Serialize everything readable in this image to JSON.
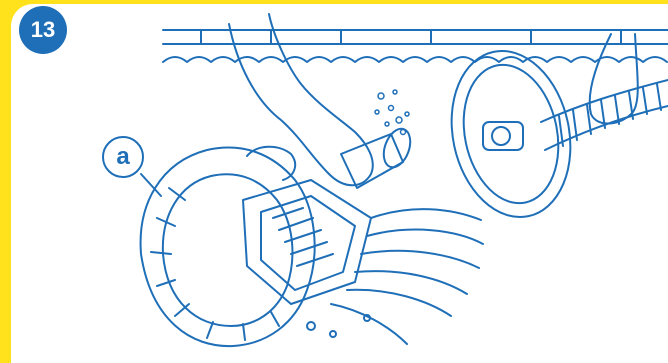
{
  "step": {
    "number": "13"
  },
  "callouts": [
    {
      "label": "a"
    }
  ],
  "colors": {
    "background": "#ffe21c",
    "accent": "#1f6fb8",
    "panel": "#ffffff"
  },
  "icons": [
    "pool-wall",
    "water-surface",
    "hand",
    "pool-cleaner-robot",
    "hose",
    "disc-skimmer-plate",
    "air-bubbles"
  ]
}
